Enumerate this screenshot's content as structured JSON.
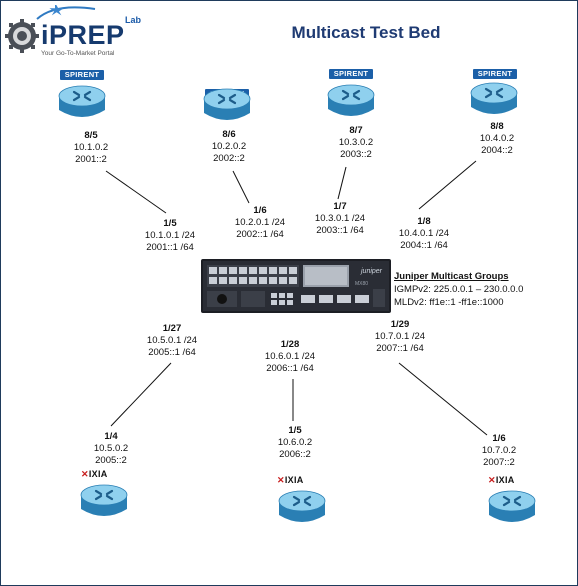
{
  "title": "Multicast Test Bed",
  "logo": {
    "brand": "iPREP",
    "superscript": "Lab",
    "tagline": "Your Go-To-Market Portal"
  },
  "colors": {
    "router_body": "#2a7fb4",
    "router_top": "#8fd0ee",
    "title": "#1f3b73",
    "spirent": "#1b5fa8",
    "ixia_x": "#c81e1e",
    "chassis": "#1c1e24"
  },
  "spirent_routers": [
    {
      "vendor": "SPIRENT",
      "port": "8/5",
      "ipv4": "10.1.0.2",
      "ipv6": "2001::2",
      "dut_port": "1/5",
      "dut_ipv4": "10.1.0.1 /24",
      "dut_ipv6": "2001::1 /64"
    },
    {
      "vendor": "SPIRENT",
      "port": "8/6",
      "ipv4": "10.2.0.2",
      "ipv6": "2002::2",
      "dut_port": "1/6",
      "dut_ipv4": "10.2.0.1 /24",
      "dut_ipv6": "2002::1 /64"
    },
    {
      "vendor": "SPIRENT",
      "port": "8/7",
      "ipv4": "10.3.0.2",
      "ipv6": "2003::2",
      "dut_port": "1/7",
      "dut_ipv4": "10.3.0.1 /24",
      "dut_ipv6": "2003::1 /64"
    },
    {
      "vendor": "SPIRENT",
      "port": "8/8",
      "ipv4": "10.4.0.2",
      "ipv6": "2004::2",
      "dut_port": "1/8",
      "dut_ipv4": "10.4.0.1 /24",
      "dut_ipv6": "2004::1 /64"
    }
  ],
  "ixia_routers": [
    {
      "vendor": "IXIA",
      "port": "1/4",
      "ipv4": "10.5.0.2",
      "ipv6": "2005::2",
      "dut_port": "1/27",
      "dut_ipv4": "10.5.0.1 /24",
      "dut_ipv6": "2005::1 /64"
    },
    {
      "vendor": "IXIA",
      "port": "1/5",
      "ipv4": "10.6.0.2",
      "ipv6": "2006::2",
      "dut_port": "1/28",
      "dut_ipv4": "10.6.0.1 /24",
      "dut_ipv6": "2006::1 /64"
    },
    {
      "vendor": "IXIA",
      "port": "1/6",
      "ipv4": "10.7.0.2",
      "ipv6": "2007::2",
      "dut_port": "1/29",
      "dut_ipv4": "10.7.0.1 /24",
      "dut_ipv6": "2007::1 /64"
    }
  ],
  "dut": {
    "brand": "juniper",
    "model": "MX80"
  },
  "groups": {
    "heading": "Juniper Multicast Groups",
    "igmp": "IGMPv2: 225.0.0.1 – 230.0.0.0",
    "mld": "MLDv2: ff1e::1 -ff1e::1000"
  }
}
